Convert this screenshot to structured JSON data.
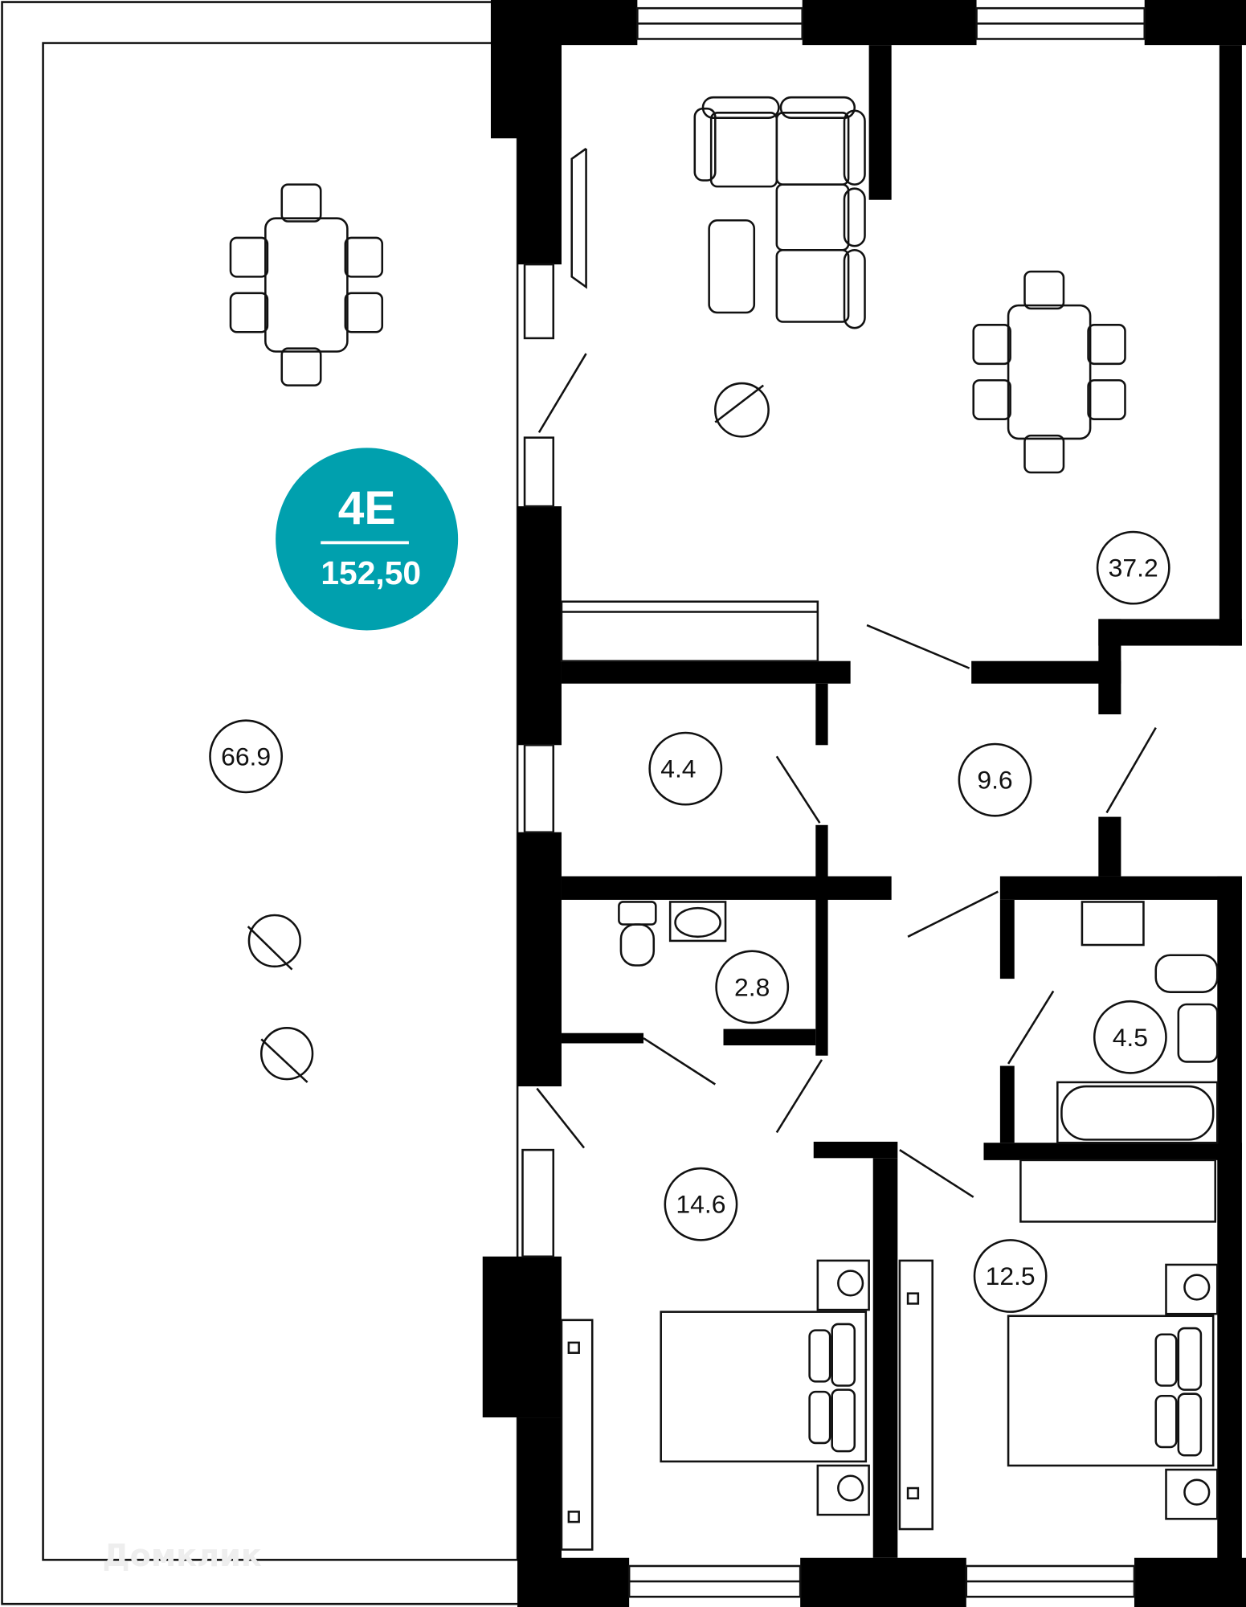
{
  "badge": {
    "apartment": "4E",
    "total_area": "152,50",
    "color": "#00a0ae"
  },
  "rooms": [
    {
      "id": "balcony",
      "area": "66.9"
    },
    {
      "id": "living",
      "area": "37.2"
    },
    {
      "id": "storage",
      "area": "4.4"
    },
    {
      "id": "hall",
      "area": "9.6"
    },
    {
      "id": "wc",
      "area": "2.8"
    },
    {
      "id": "bathroom",
      "area": "4.5"
    },
    {
      "id": "bedroom-1",
      "area": "14.6"
    },
    {
      "id": "bedroom-2",
      "area": "12.5"
    }
  ],
  "watermark": "Домклик"
}
